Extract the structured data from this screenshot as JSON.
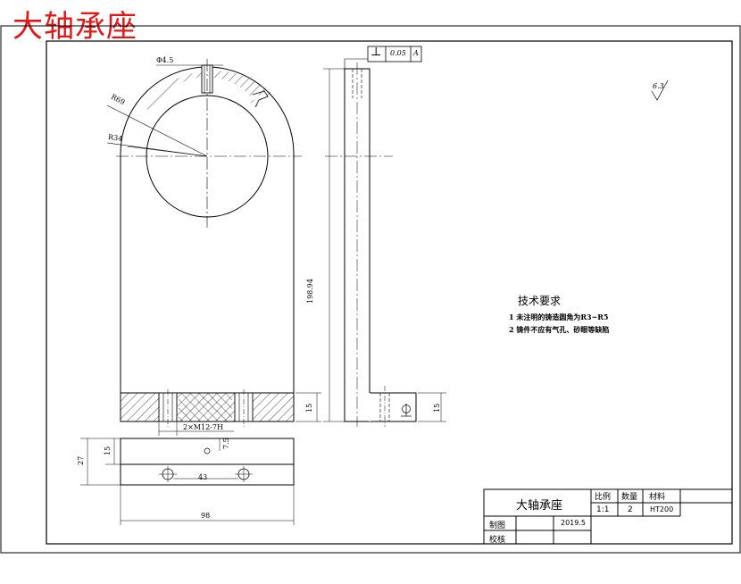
{
  "drawing_title": "大轴承座",
  "tech_requirements": {
    "heading": "技术要求",
    "items": [
      "1 未注明的铸造圆角为R3~R5",
      "2 铸件不应有气孔、砂眼等缺陷"
    ]
  },
  "dimensions": {
    "hole_dia": "Φ4.5",
    "outer_radius": "R69",
    "inner_radius": "R34",
    "tapped_holes": "2×M12-7H",
    "height_total": "198.94",
    "base_thickness_front": "15",
    "base_thickness_side": "15",
    "base_width": "98",
    "hole_spacing": "43",
    "plan_depth": "27",
    "plan_half": "15",
    "plan_offset": "7.5"
  },
  "tolerance_frame": {
    "symbol": "⊥",
    "value": "0.05",
    "datum": "A"
  },
  "surface_roughness": "6.3",
  "title_block": {
    "name": "大轴承座",
    "col_scale": "比例",
    "col_qty": "数量",
    "col_material": "材料",
    "val_scale": "1:1",
    "val_qty": "2",
    "val_material": "HT200",
    "drawn_by": "制图",
    "checked_by": "校核",
    "date": "2019.5"
  }
}
